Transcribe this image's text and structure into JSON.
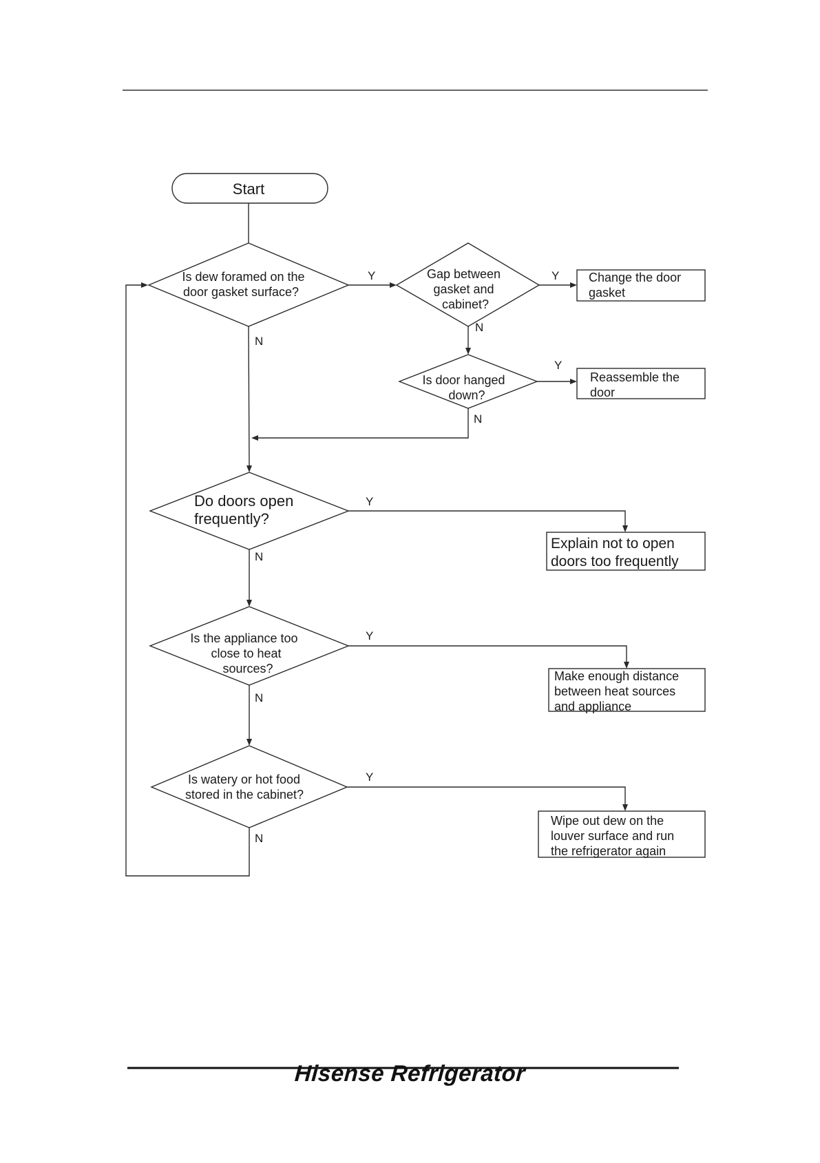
{
  "flowchart": {
    "start": "Start",
    "decisions": {
      "dew_formed": [
        "Is dew foramed on the",
        "door gasket surface?"
      ],
      "gap": [
        "Gap between",
        "gasket and",
        "cabinet?"
      ],
      "door_hanged": [
        "Is door hanged",
        "down?"
      ],
      "doors_open": [
        "Do doors open",
        "frequently?"
      ],
      "heat_sources": [
        "Is the appliance too",
        "close to heat",
        "sources?"
      ],
      "watery_food": [
        "Is watery or hot food",
        "stored in the cabinet?"
      ]
    },
    "actions": {
      "change_gasket": [
        "Change the door",
        "gasket"
      ],
      "reassemble": [
        "Reassemble the",
        "door"
      ],
      "explain": [
        "Explain not to open",
        "doors too frequently"
      ],
      "distance": [
        "Make enough distance",
        "between heat sources",
        "and appliance"
      ],
      "wipe": [
        "Wipe out dew on the",
        "louver surface and run",
        "the refrigerator again"
      ]
    },
    "yes_label": "Y",
    "no_label": "N"
  },
  "footer": {
    "brand": "Hisense Refrigerator"
  }
}
